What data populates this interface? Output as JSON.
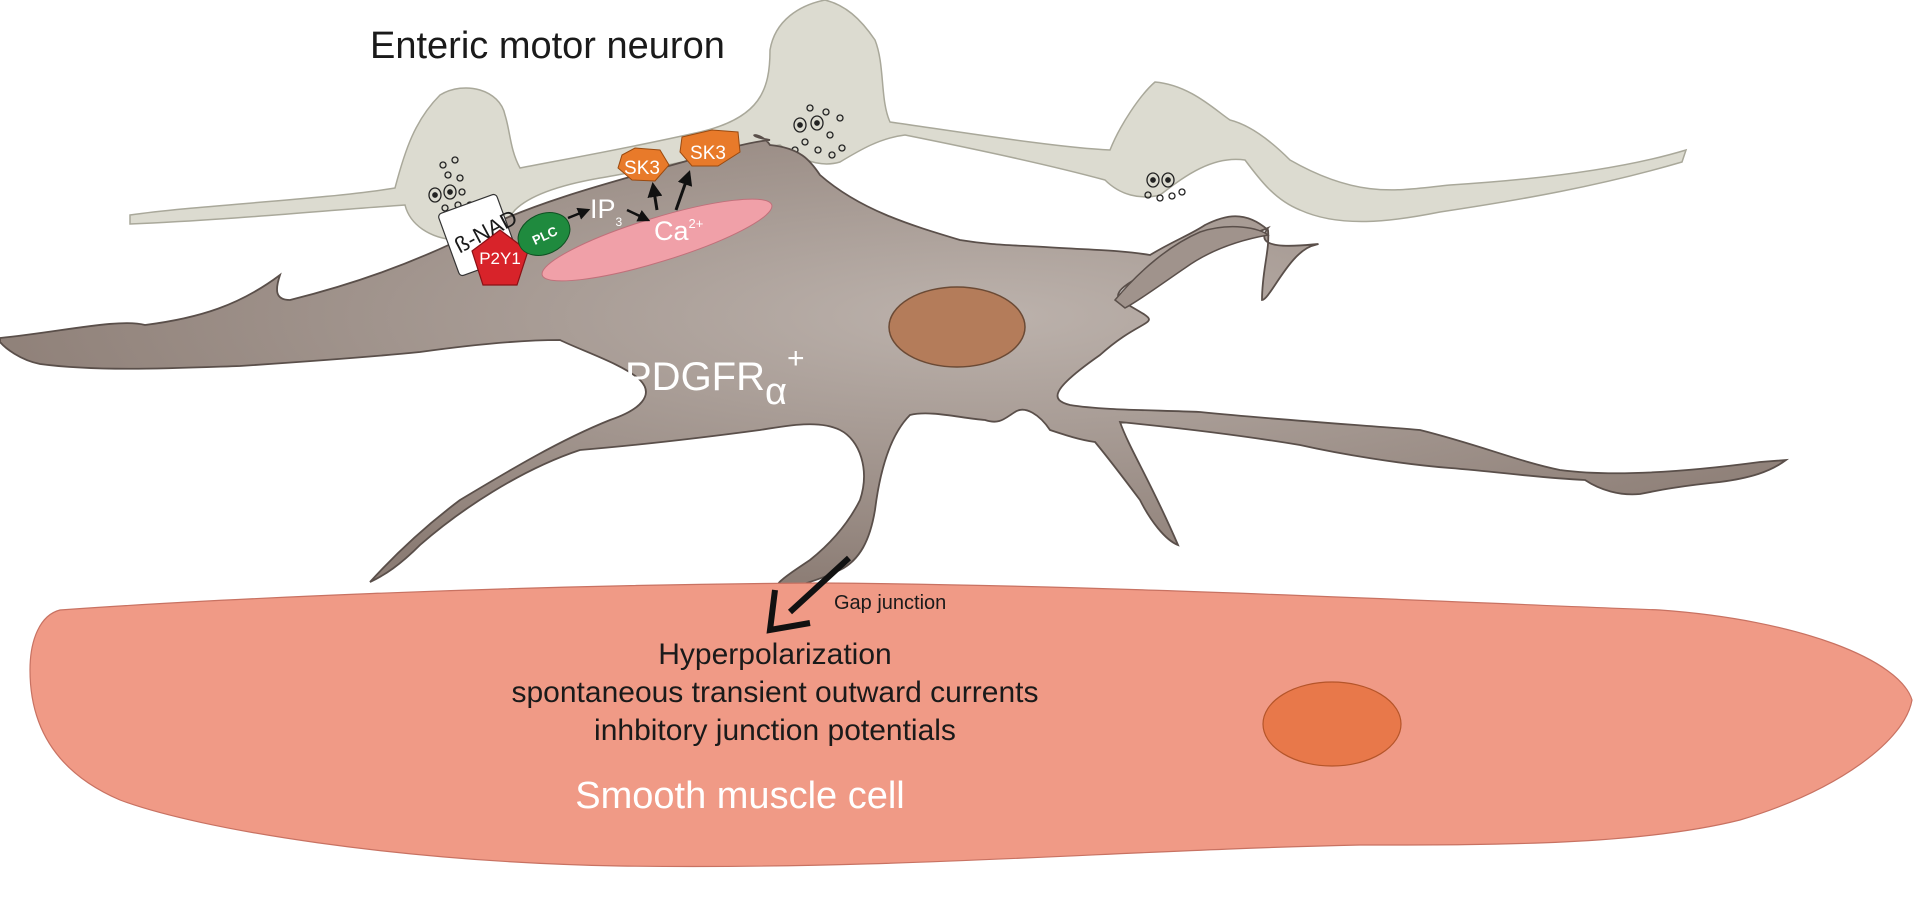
{
  "labels": {
    "neuron": "Enteric motor neuron",
    "nad": "ß-NAD",
    "p2y1": "P2Y1",
    "plc": "PLC",
    "ip": "IP",
    "ip_sub": "3",
    "ca": "Ca",
    "ca_sup": "2+",
    "sk3_a": "SK3",
    "sk3_b": "SK3",
    "pdgfr": "PDGFR",
    "pdgfr_sub": "α",
    "pdgfr_sup": "+",
    "gap_junction": "Gap junction",
    "effect_1": "Hyperpolarization",
    "effect_2": "spontaneous transient outward currents",
    "effect_3": "inhbitory junction potentials",
    "smc": "Smooth muscle cell"
  },
  "colors": {
    "neuron_fill": "#dcdbd0",
    "neuron_stroke": "#a9a89a",
    "pdgfr_fill": "#9b8c84",
    "pdgfr_stroke": "#5a4f4a",
    "pdgfr_nucleus": "#b47c5a",
    "smc_fill": "#f09a86",
    "smc_nucleus": "#e8784a",
    "er_fill": "#f0a0a8",
    "sk3_fill": "#e87a2a",
    "p2y1_fill": "#d8232a",
    "plc_fill": "#1f8a3e",
    "text_dark": "#1a1a1a",
    "text_light": "#ffffff"
  }
}
